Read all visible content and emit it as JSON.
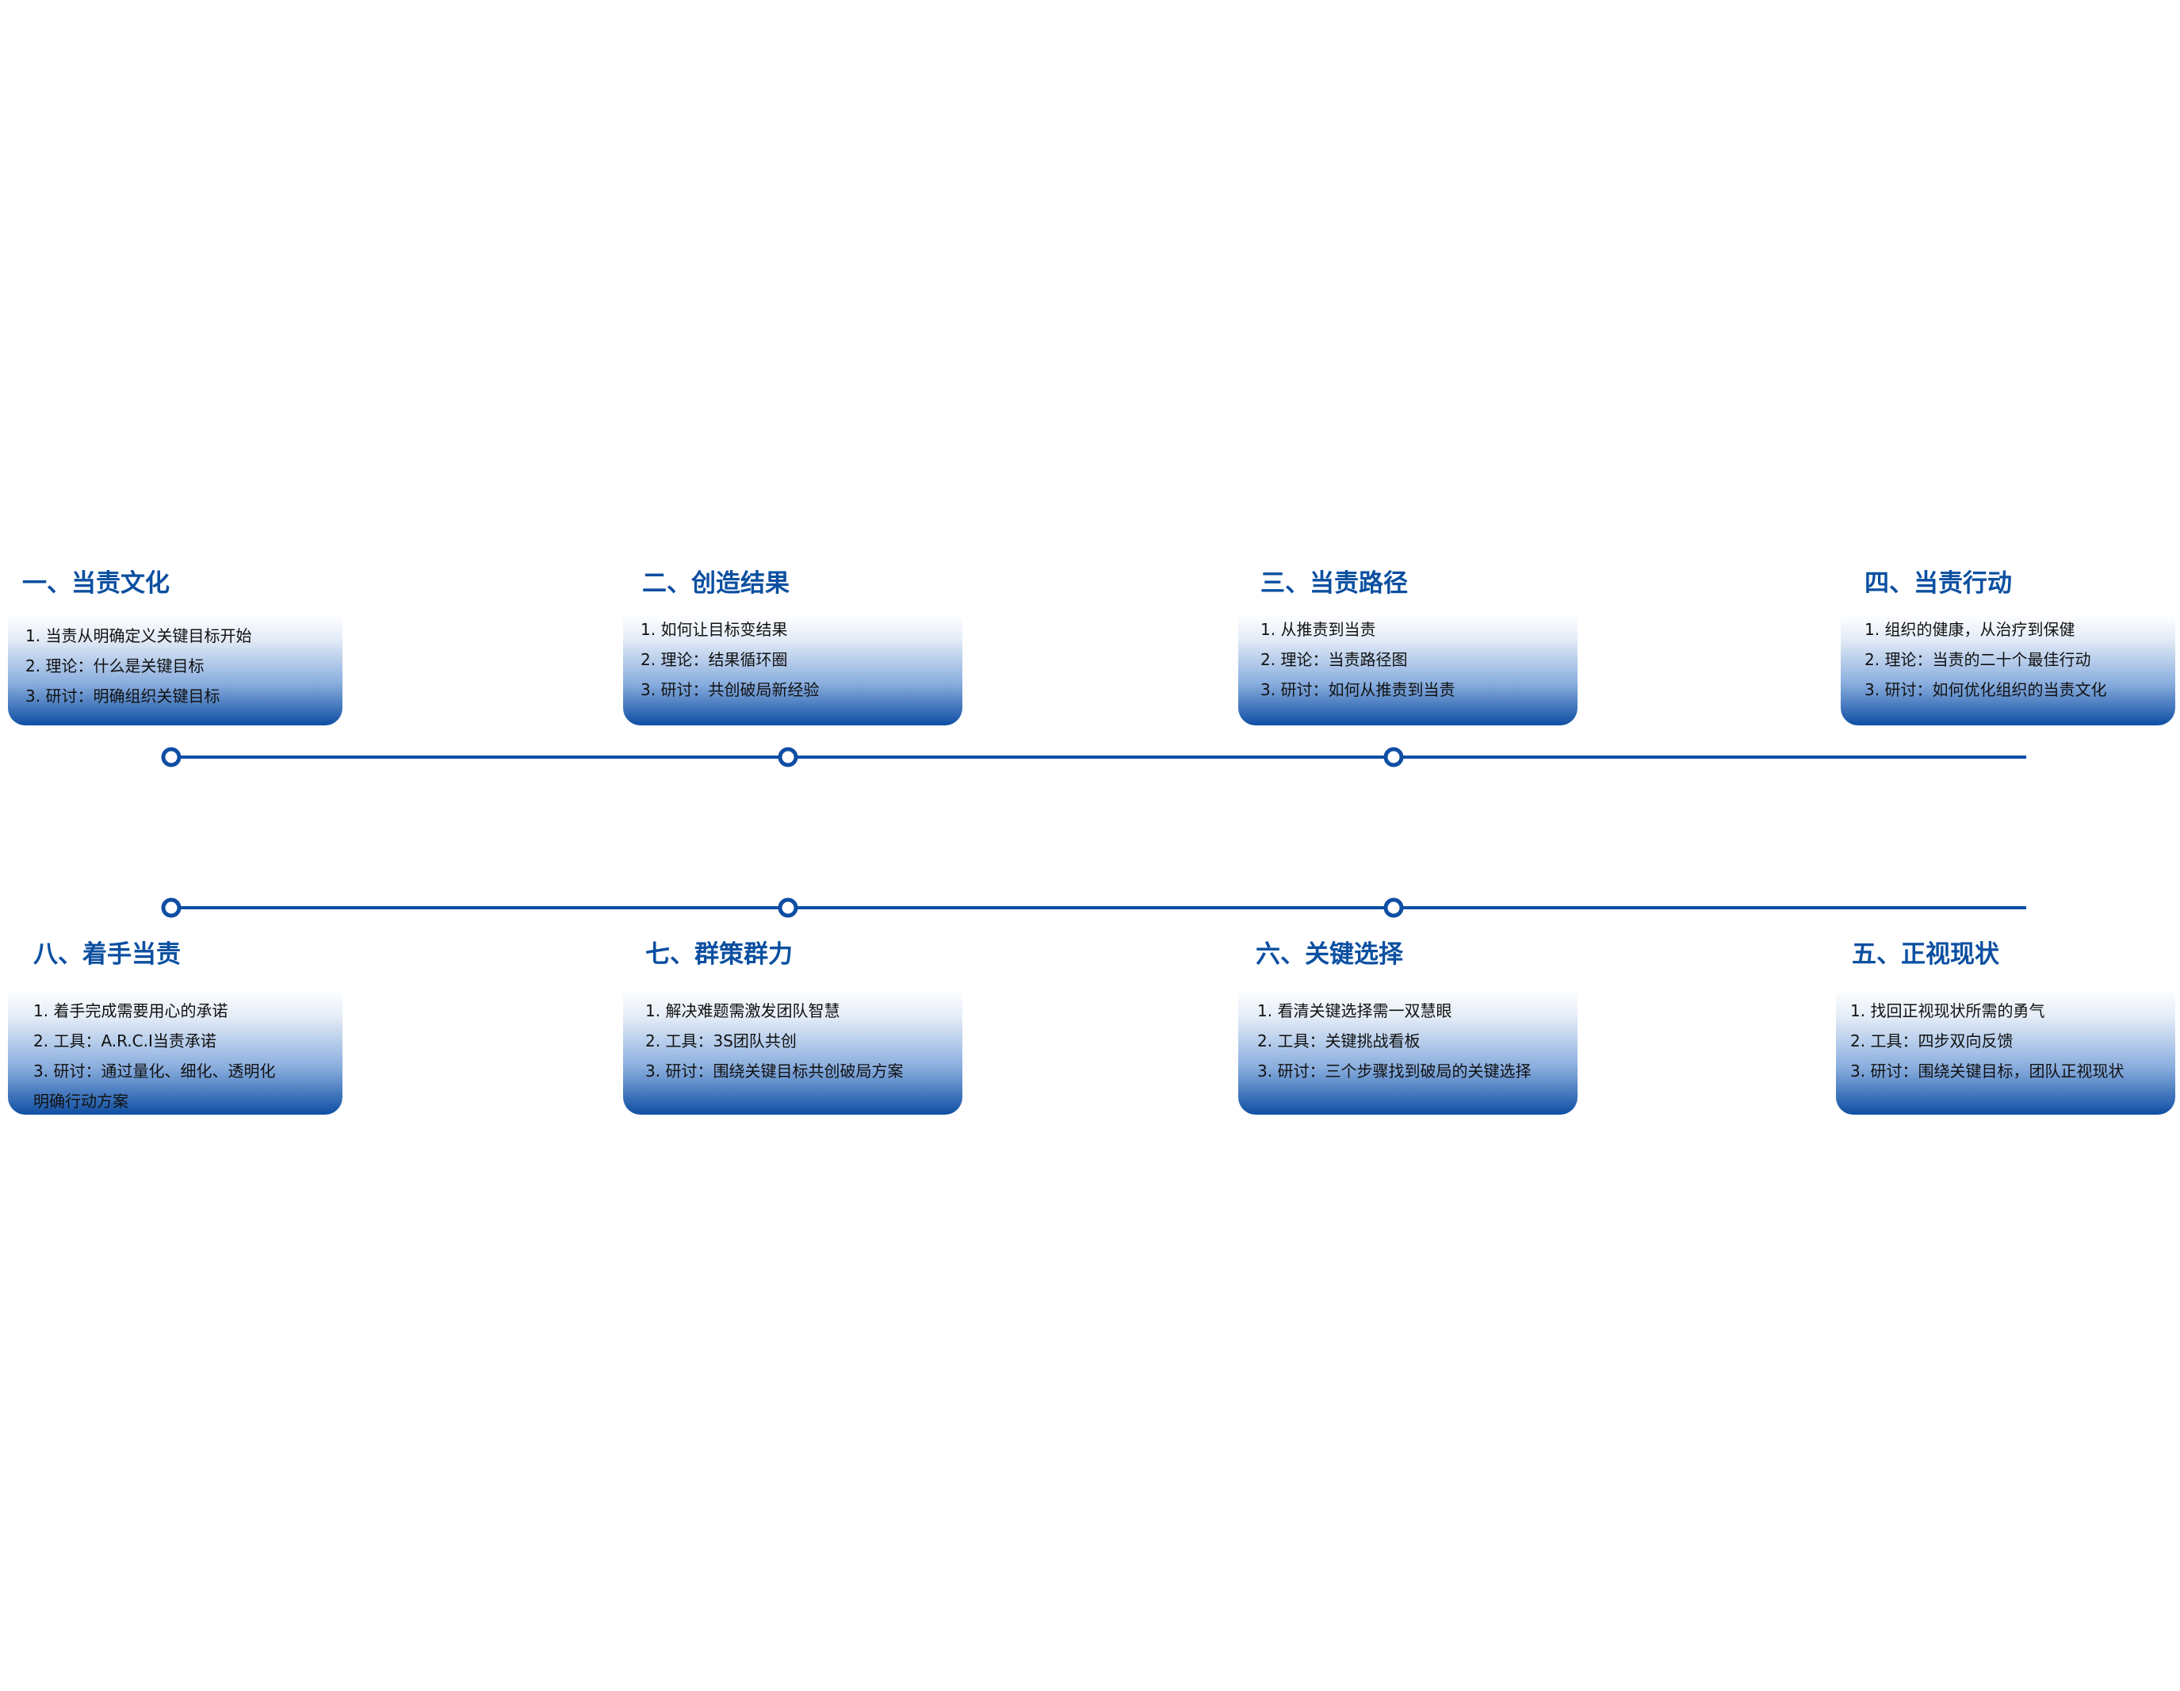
{
  "colors": {
    "accent": "#0b4fa0",
    "line": "#0e4ea3"
  },
  "stages": [
    {
      "title": "一、当责文化",
      "items": [
        "1. 当责从明确定义关键目标开始",
        "2. 理论：什么是关键目标",
        "3. 研讨：明确组织关键目标"
      ]
    },
    {
      "title": "二、创造结果",
      "items": [
        "1. 如何让目标变结果",
        "2. 理论：结果循环圈",
        "3. 研讨：共创破局新经验"
      ]
    },
    {
      "title": "三、当责路径",
      "items": [
        "1. 从推责到当责",
        "2. 理论：当责路径图",
        "3. 研讨：如何从推责到当责"
      ]
    },
    {
      "title": "四、当责行动",
      "items": [
        "1. 组织的健康，从治疗到保健",
        "2. 理论：当责的二十个最佳行动",
        "3. 研讨：如何优化组织的当责文化"
      ]
    },
    {
      "title": "五、正视现状",
      "items": [
        "1. 找回正视现状所需的勇气",
        "2. 工具：四步双向反馈",
        "3. 研讨：围绕关键目标，团队正视现状"
      ]
    },
    {
      "title": "六、关键选择",
      "items": [
        "1. 看清关键选择需一双慧眼",
        "2. 工具：关键挑战看板",
        "3. 研讨：三个步骤找到破局的关键选择"
      ]
    },
    {
      "title": "七、群策群力",
      "items": [
        "1. 解决难题需激发团队智慧",
        "2. 工具：3S团队共创",
        "3. 研讨：围绕关键目标共创破局方案"
      ]
    },
    {
      "title": "八、着手当责",
      "items": [
        "1. 着手完成需要用心的承诺",
        "2. 工具：A.R.C.I当责承诺",
        "3. 研讨：通过量化、细化、透明化",
        "明确行动方案"
      ]
    }
  ]
}
